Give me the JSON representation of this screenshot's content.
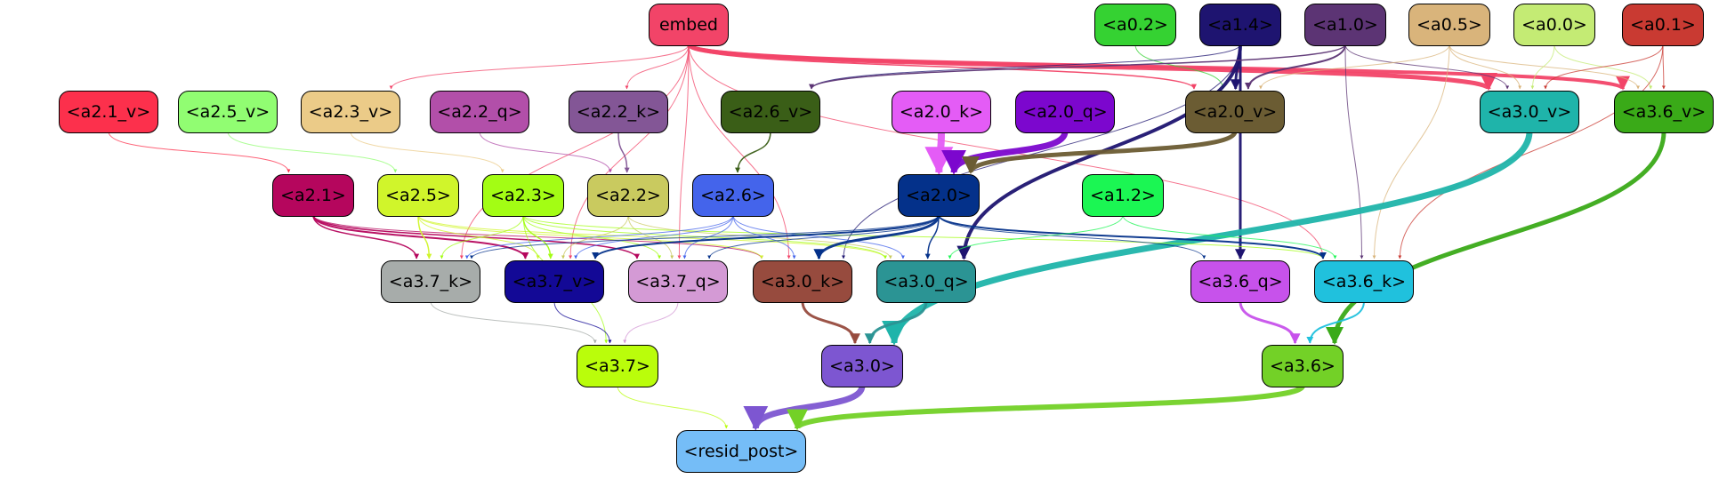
{
  "nodes": [
    {
      "id": "embed",
      "label": "embed",
      "color": "#f24468",
      "text": "#000000"
    },
    {
      "id": "a0_2",
      "label": "<a0.2>",
      "color": "#35d232",
      "text": "#000000"
    },
    {
      "id": "a1_4",
      "label": "<a1.4>",
      "color": "#1e1470",
      "text": "#000000"
    },
    {
      "id": "a1_0",
      "label": "<a1.0>",
      "color": "#5c3474",
      "text": "#000000"
    },
    {
      "id": "a0_5",
      "label": "<a0.5>",
      "color": "#d9b47b",
      "text": "#000000"
    },
    {
      "id": "a0_0",
      "label": "<a0.0>",
      "color": "#c4eb74",
      "text": "#000000"
    },
    {
      "id": "a0_1",
      "label": "<a0.1>",
      "color": "#c93a32",
      "text": "#000000"
    },
    {
      "id": "a2_1_v",
      "label": "<a2.1_v>",
      "color": "#fc304c",
      "text": "#000000"
    },
    {
      "id": "a2_5_v",
      "label": "<a2.5_v>",
      "color": "#91fd72",
      "text": "#000000"
    },
    {
      "id": "a2_3_v",
      "label": "<a2.3_v>",
      "color": "#ebcb88",
      "text": "#000000"
    },
    {
      "id": "a2_2_q",
      "label": "<a2.2_q>",
      "color": "#b24fa9",
      "text": "#000000"
    },
    {
      "id": "a2_2_k",
      "label": "<a2.2_k>",
      "color": "#835696",
      "text": "#000000"
    },
    {
      "id": "a2_6_v",
      "label": "<a2.6_v>",
      "color": "#3a5e17",
      "text": "#000000"
    },
    {
      "id": "a2_0_k",
      "label": "<a2.0_k>",
      "color": "#e45cf6",
      "text": "#000000"
    },
    {
      "id": "a2_0_q",
      "label": "<a2.0_q>",
      "color": "#7c07ce",
      "text": "#000000"
    },
    {
      "id": "a2_0_v",
      "label": "<a2.0_v>",
      "color": "#6b5c33",
      "text": "#000000"
    },
    {
      "id": "a3_0_v",
      "label": "<a3.0_v>",
      "color": "#1fb4aa",
      "text": "#000000"
    },
    {
      "id": "a3_6_v",
      "label": "<a3.6_v>",
      "color": "#3aaa18",
      "text": "#000000"
    },
    {
      "id": "a2_1",
      "label": "<a2.1>",
      "color": "#b5065d",
      "text": "#000000"
    },
    {
      "id": "a2_5",
      "label": "<a2.5>",
      "color": "#d0f52b",
      "text": "#000000"
    },
    {
      "id": "a2_3",
      "label": "<a2.3>",
      "color": "#a3fd14",
      "text": "#000000"
    },
    {
      "id": "a2_2",
      "label": "<a2.2>",
      "color": "#c9ca5f",
      "text": "#000000"
    },
    {
      "id": "a2_6",
      "label": "<a2.6>",
      "color": "#4464eb",
      "text": "#000000"
    },
    {
      "id": "a2_0",
      "label": "<a2.0>",
      "color": "#04318a",
      "text": "#000000"
    },
    {
      "id": "a1_2",
      "label": "<a1.2>",
      "color": "#1bf653",
      "text": "#000000"
    },
    {
      "id": "a3_7_k",
      "label": "<a3.7_k>",
      "color": "#a7acaa",
      "text": "#000000"
    },
    {
      "id": "a3_7_v",
      "label": "<a3.7_v>",
      "color": "#130996",
      "text": "#000000"
    },
    {
      "id": "a3_7_q",
      "label": "<a3.7_q>",
      "color": "#d49ad5",
      "text": "#000000"
    },
    {
      "id": "a3_0_k",
      "label": "<a3.0_k>",
      "color": "#974b3e",
      "text": "#000000"
    },
    {
      "id": "a3_0_q",
      "label": "<a3.0_q>",
      "color": "#2b9494",
      "text": "#000000"
    },
    {
      "id": "a3_6_q",
      "label": "<a3.6_q>",
      "color": "#c752eb",
      "text": "#000000"
    },
    {
      "id": "a3_6_k",
      "label": "<a3.6_k>",
      "color": "#20c1dd",
      "text": "#000000"
    },
    {
      "id": "a3_7",
      "label": "<a3.7>",
      "color": "#bafd0b",
      "text": "#000000"
    },
    {
      "id": "a3_0",
      "label": "<a3.0>",
      "color": "#7d56d1",
      "text": "#000000"
    },
    {
      "id": "a3_6",
      "label": "<a3.6>",
      "color": "#73d127",
      "text": "#000000"
    },
    {
      "id": "resid_post",
      "label": "<resid_post>",
      "color": "#75bdf7",
      "text": "#000000"
    }
  ],
  "edges": [
    {
      "from": "embed",
      "to": "a3_0_v",
      "weight": 5
    },
    {
      "from": "embed",
      "to": "a3_6_v",
      "weight": 4
    },
    {
      "from": "embed",
      "to": "a2_0_v",
      "weight": 1.5
    },
    {
      "from": "embed",
      "to": "a2_3_v",
      "weight": 1
    },
    {
      "from": "embed",
      "to": "a2_2_k",
      "weight": 1
    },
    {
      "from": "embed",
      "to": "a3_0_k",
      "weight": 1
    },
    {
      "from": "embed",
      "to": "a3_6_k",
      "weight": 1
    },
    {
      "from": "embed",
      "to": "a3_7_k",
      "weight": 1
    },
    {
      "from": "embed",
      "to": "a3_7_v",
      "weight": 1
    },
    {
      "from": "embed",
      "to": "a3_7_q",
      "weight": 1
    },
    {
      "from": "a0_2",
      "to": "a2_0_v",
      "weight": 1
    },
    {
      "from": "a1_4",
      "to": "a2_0_v",
      "weight": 3
    },
    {
      "from": "a1_4",
      "to": "a3_0_q",
      "weight": 4
    },
    {
      "from": "a1_4",
      "to": "a3_6_q",
      "weight": 3
    },
    {
      "from": "a1_4",
      "to": "a2_6_v",
      "weight": 1
    },
    {
      "from": "a1_4",
      "to": "a3_0_k",
      "weight": 1
    },
    {
      "from": "a1_0",
      "to": "a2_0_v",
      "weight": 2
    },
    {
      "from": "a1_0",
      "to": "a3_0_v",
      "weight": 1
    },
    {
      "from": "a1_0",
      "to": "a3_6_k",
      "weight": 1
    },
    {
      "from": "a1_0",
      "to": "a2_6_v",
      "weight": 1.5
    },
    {
      "from": "a0_5",
      "to": "a3_0_v",
      "weight": 1
    },
    {
      "from": "a0_5",
      "to": "a3_6_v",
      "weight": 1
    },
    {
      "from": "a0_5",
      "to": "a3_6_k",
      "weight": 1
    },
    {
      "from": "a0_5",
      "to": "a2_0_v",
      "weight": 1
    },
    {
      "from": "a0_0",
      "to": "a3_0_v",
      "weight": 1
    },
    {
      "from": "a0_0",
      "to": "a3_6_v",
      "weight": 1
    },
    {
      "from": "a0_1",
      "to": "a3_0_v",
      "weight": 1
    },
    {
      "from": "a0_1",
      "to": "a3_6_v",
      "weight": 1
    },
    {
      "from": "a0_1",
      "to": "a3_6_k",
      "weight": 1
    },
    {
      "from": "a2_1_v",
      "to": "a2_1",
      "weight": 1
    },
    {
      "from": "a2_5_v",
      "to": "a2_5",
      "weight": 1
    },
    {
      "from": "a2_3_v",
      "to": "a2_3",
      "weight": 1
    },
    {
      "from": "a2_2_q",
      "to": "a2_2",
      "weight": 1
    },
    {
      "from": "a2_2_k",
      "to": "a2_2",
      "weight": 1.5
    },
    {
      "from": "a2_6_v",
      "to": "a2_6",
      "weight": 1.5
    },
    {
      "from": "a2_0_k",
      "to": "a2_0",
      "weight": 8
    },
    {
      "from": "a2_0_q",
      "to": "a2_0",
      "weight": 7
    },
    {
      "from": "a2_0_v",
      "to": "a2_0",
      "weight": 5
    },
    {
      "from": "a3_0_v",
      "to": "a3_0",
      "weight": 7
    },
    {
      "from": "a3_6_v",
      "to": "a3_6",
      "weight": 5
    },
    {
      "from": "a2_1",
      "to": "a3_7_k",
      "weight": 1.5
    },
    {
      "from": "a2_1",
      "to": "a3_7_v",
      "weight": 2
    },
    {
      "from": "a2_1",
      "to": "a3_7_q",
      "weight": 1.5
    },
    {
      "from": "a2_1",
      "to": "a3_0_k",
      "weight": 1
    },
    {
      "from": "a2_5",
      "to": "a3_7_k",
      "weight": 1.5
    },
    {
      "from": "a2_5",
      "to": "a3_7_v",
      "weight": 1
    },
    {
      "from": "a2_5",
      "to": "a3_0_k",
      "weight": 1
    },
    {
      "from": "a2_5",
      "to": "a3_0_q",
      "weight": 1
    },
    {
      "from": "a2_3",
      "to": "a3_7_k",
      "weight": 1
    },
    {
      "from": "a2_3",
      "to": "a3_7_v",
      "weight": 1.5
    },
    {
      "from": "a2_3",
      "to": "a3_7_q",
      "weight": 1
    },
    {
      "from": "a2_3",
      "to": "a3_0_q",
      "weight": 1
    },
    {
      "from": "a2_3",
      "to": "a3_6_k",
      "weight": 1
    },
    {
      "from": "a2_3",
      "to": "a3_7",
      "weight": 1
    },
    {
      "from": "a2_2",
      "to": "a3_7_v",
      "weight": 1
    },
    {
      "from": "a2_2",
      "to": "a3_7_q",
      "weight": 1
    },
    {
      "from": "a2_2",
      "to": "a3_0_q",
      "weight": 1
    },
    {
      "from": "a2_6",
      "to": "a3_7_k",
      "weight": 1
    },
    {
      "from": "a2_6",
      "to": "a3_7_v",
      "weight": 1
    },
    {
      "from": "a2_6",
      "to": "a3_7_q",
      "weight": 1
    },
    {
      "from": "a2_6",
      "to": "a3_0_k",
      "weight": 1
    },
    {
      "from": "a2_6",
      "to": "a3_0_q",
      "weight": 1
    },
    {
      "from": "a2_0",
      "to": "a3_0_k",
      "weight": 3
    },
    {
      "from": "a2_0",
      "to": "a3_0_q",
      "weight": 1.5
    },
    {
      "from": "a2_0",
      "to": "a3_6_k",
      "weight": 2
    },
    {
      "from": "a2_0",
      "to": "a3_6_q",
      "weight": 1
    },
    {
      "from": "a2_0",
      "to": "a3_7_v",
      "weight": 2
    },
    {
      "from": "a2_0",
      "to": "a3_7_k",
      "weight": 1
    },
    {
      "from": "a2_0",
      "to": "a3_7_q",
      "weight": 1
    },
    {
      "from": "a1_2",
      "to": "a3_6_k",
      "weight": 1
    },
    {
      "from": "a1_2",
      "to": "a3_0_q",
      "weight": 1
    },
    {
      "from": "a3_7_k",
      "to": "a3_7",
      "weight": 1
    },
    {
      "from": "a3_7_v",
      "to": "a3_7",
      "weight": 1
    },
    {
      "from": "a3_7_q",
      "to": "a3_7",
      "weight": 1
    },
    {
      "from": "a3_0_k",
      "to": "a3_0",
      "weight": 3
    },
    {
      "from": "a3_0_q",
      "to": "a3_0",
      "weight": 3
    },
    {
      "from": "a3_6_q",
      "to": "a3_6",
      "weight": 3
    },
    {
      "from": "a3_6_k",
      "to": "a3_6",
      "weight": 2
    },
    {
      "from": "a3_7",
      "to": "resid_post",
      "weight": 1
    },
    {
      "from": "a3_0",
      "to": "resid_post",
      "weight": 7
    },
    {
      "from": "a3_6",
      "to": "resid_post",
      "weight": 6
    }
  ]
}
